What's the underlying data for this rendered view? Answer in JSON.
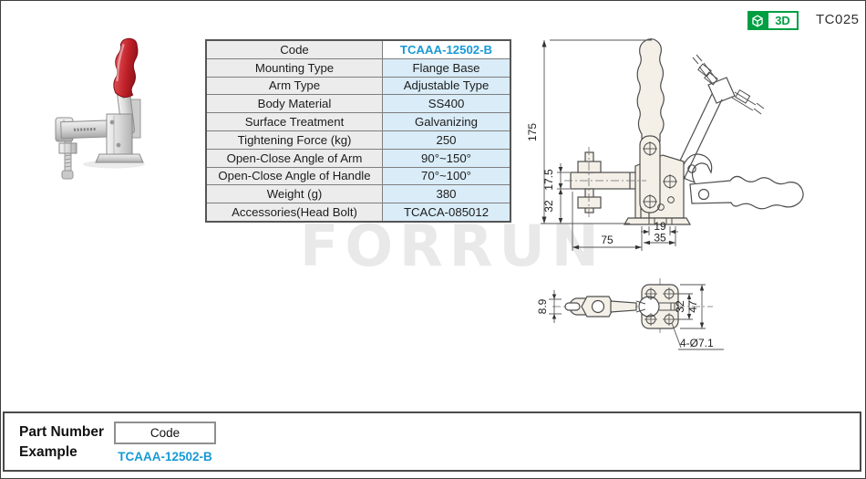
{
  "page": {
    "code_ref": "TC025",
    "badge_3d_label": "3D",
    "watermark": "FORRUN"
  },
  "colors": {
    "accent_blue": "#1899d6",
    "brand_green": "#009f42",
    "drawing_fill_beige": "#f4f0e8",
    "drawing_line": "#4d4d4d",
    "table_label_bg": "#ececec",
    "table_value_bg": "#d9ecf8"
  },
  "spec_table": {
    "rows": [
      {
        "label": "Code",
        "value": "TCAAA-12502-B"
      },
      {
        "label": "Mounting Type",
        "value": "Flange Base"
      },
      {
        "label": "Arm Type",
        "value": "Adjustable Type"
      },
      {
        "label": "Body Material",
        "value": "SS400"
      },
      {
        "label": "Surface Treatment",
        "value": "Galvanizing"
      },
      {
        "label": "Tightening Force (kg)",
        "value": "250"
      },
      {
        "label": "Open-Close Angle of Arm",
        "value": "90°~150°"
      },
      {
        "label": "Open-Close Angle of Handle",
        "value": "70°~100°"
      },
      {
        "label": "Weight (g)",
        "value": "380"
      },
      {
        "label": "Accessories(Head Bolt)",
        "value": "TCACA-085012"
      }
    ]
  },
  "drawing": {
    "front_view": {
      "overall_height": "175",
      "arm_thickness": "17.5",
      "base_height": "32",
      "base_width": "75",
      "slot_spacing": "19",
      "flange_width": "35"
    },
    "bottom_view": {
      "arm_width": "8.9",
      "hole_spacing": "32",
      "plate_height": "47",
      "hole_callout": "4-Ø7.1"
    }
  },
  "part_number_example": {
    "title_lines": [
      "Part Number",
      "Example"
    ],
    "code_label": "Code",
    "code_value": "TCAAA-12502-B"
  }
}
